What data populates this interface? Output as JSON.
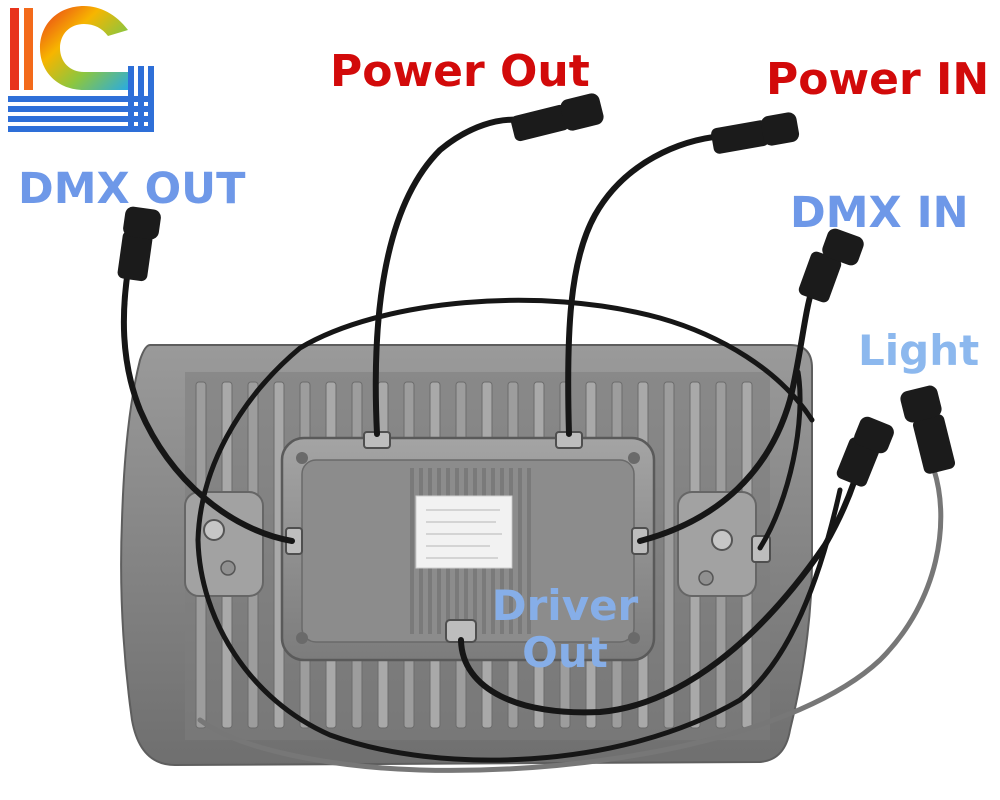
{
  "labels": {
    "power_out": "Power Out",
    "power_in": "Power IN",
    "dmx_out": "DMX OUT",
    "dmx_in": "DMX IN",
    "light": "Light",
    "driver_line1": "Driver",
    "driver_line2": "Out"
  },
  "colors": {
    "power_labels": "#d20a0a",
    "dmx_labels": "#6e98e8",
    "light_label": "#8cb8ee",
    "housing": "#8a8a8a",
    "cable": "#151515",
    "logo_gradient": [
      "#e8341c",
      "#f7b500",
      "#8cc63f",
      "#29abe2"
    ],
    "logo_stripes": "#2e6fd8"
  },
  "icons": {
    "logo": "lc-logo-icon",
    "connector": "waterproof-connector-icon",
    "cable_gland": "cable-gland-icon"
  }
}
